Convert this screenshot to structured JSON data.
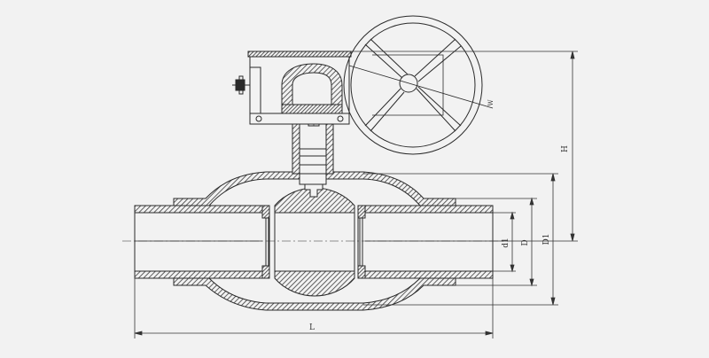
{
  "colors": {
    "background": "#f2f2f2",
    "line": "#2a2a2a",
    "hatch": "#3a3a3a",
    "dimension": "#333333"
  },
  "labels": {
    "length": "L",
    "height": "H",
    "inner_diameter": "d1",
    "bore_diameter": "D",
    "outer_diameter": "D1",
    "handwheel_diameter": "W"
  },
  "icons": [
    "handwheel-icon",
    "gearbox-icon",
    "ball-icon",
    "stem-icon",
    "pipe-icon",
    "seat-icon"
  ]
}
